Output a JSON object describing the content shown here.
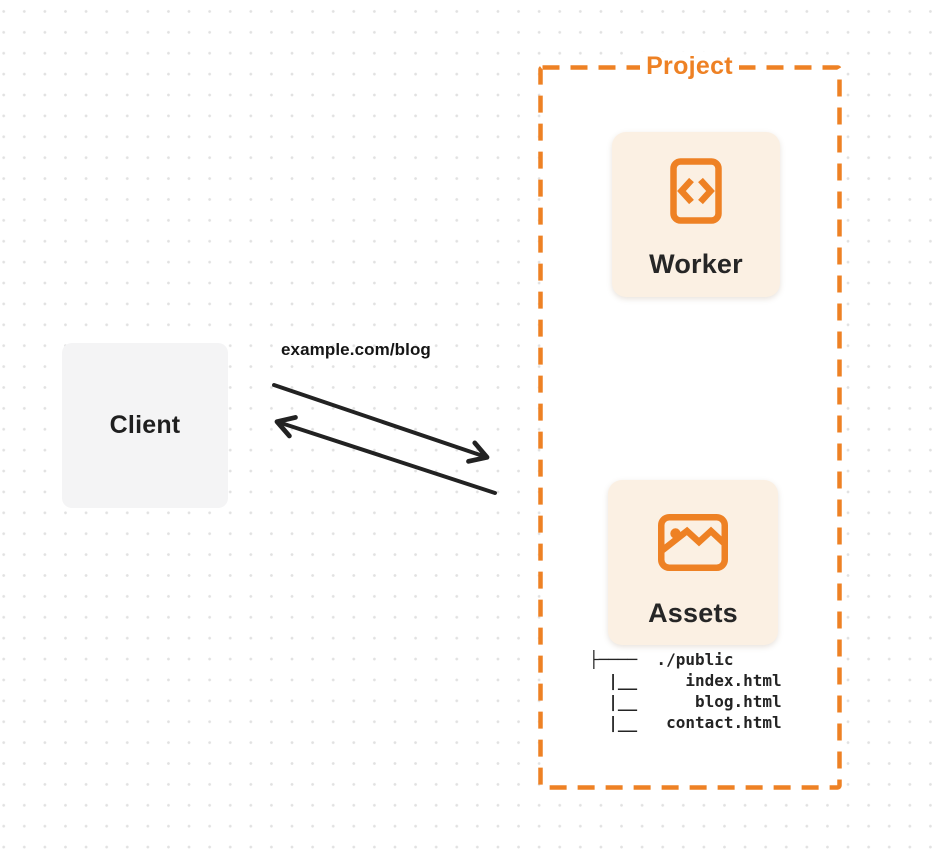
{
  "canvas": {
    "background_color": "#ffffff",
    "dot_grid_color": "#e1e1e1"
  },
  "client": {
    "label": "Client",
    "bg_color": "#f4f4f5"
  },
  "request": {
    "label": "example.com/blog",
    "arrow_color": "#222222"
  },
  "project": {
    "label": "Project",
    "accent_color": "#ee8124",
    "card_bg_color": "#fbf0e3",
    "worker": {
      "label": "Worker",
      "icon": "code-file-icon"
    },
    "assets": {
      "label": "Assets",
      "icon": "image-icon",
      "tree_text": "├────  ./public\n  |__     index.html\n  |__      blog.html\n  |__   contact.html"
    }
  }
}
